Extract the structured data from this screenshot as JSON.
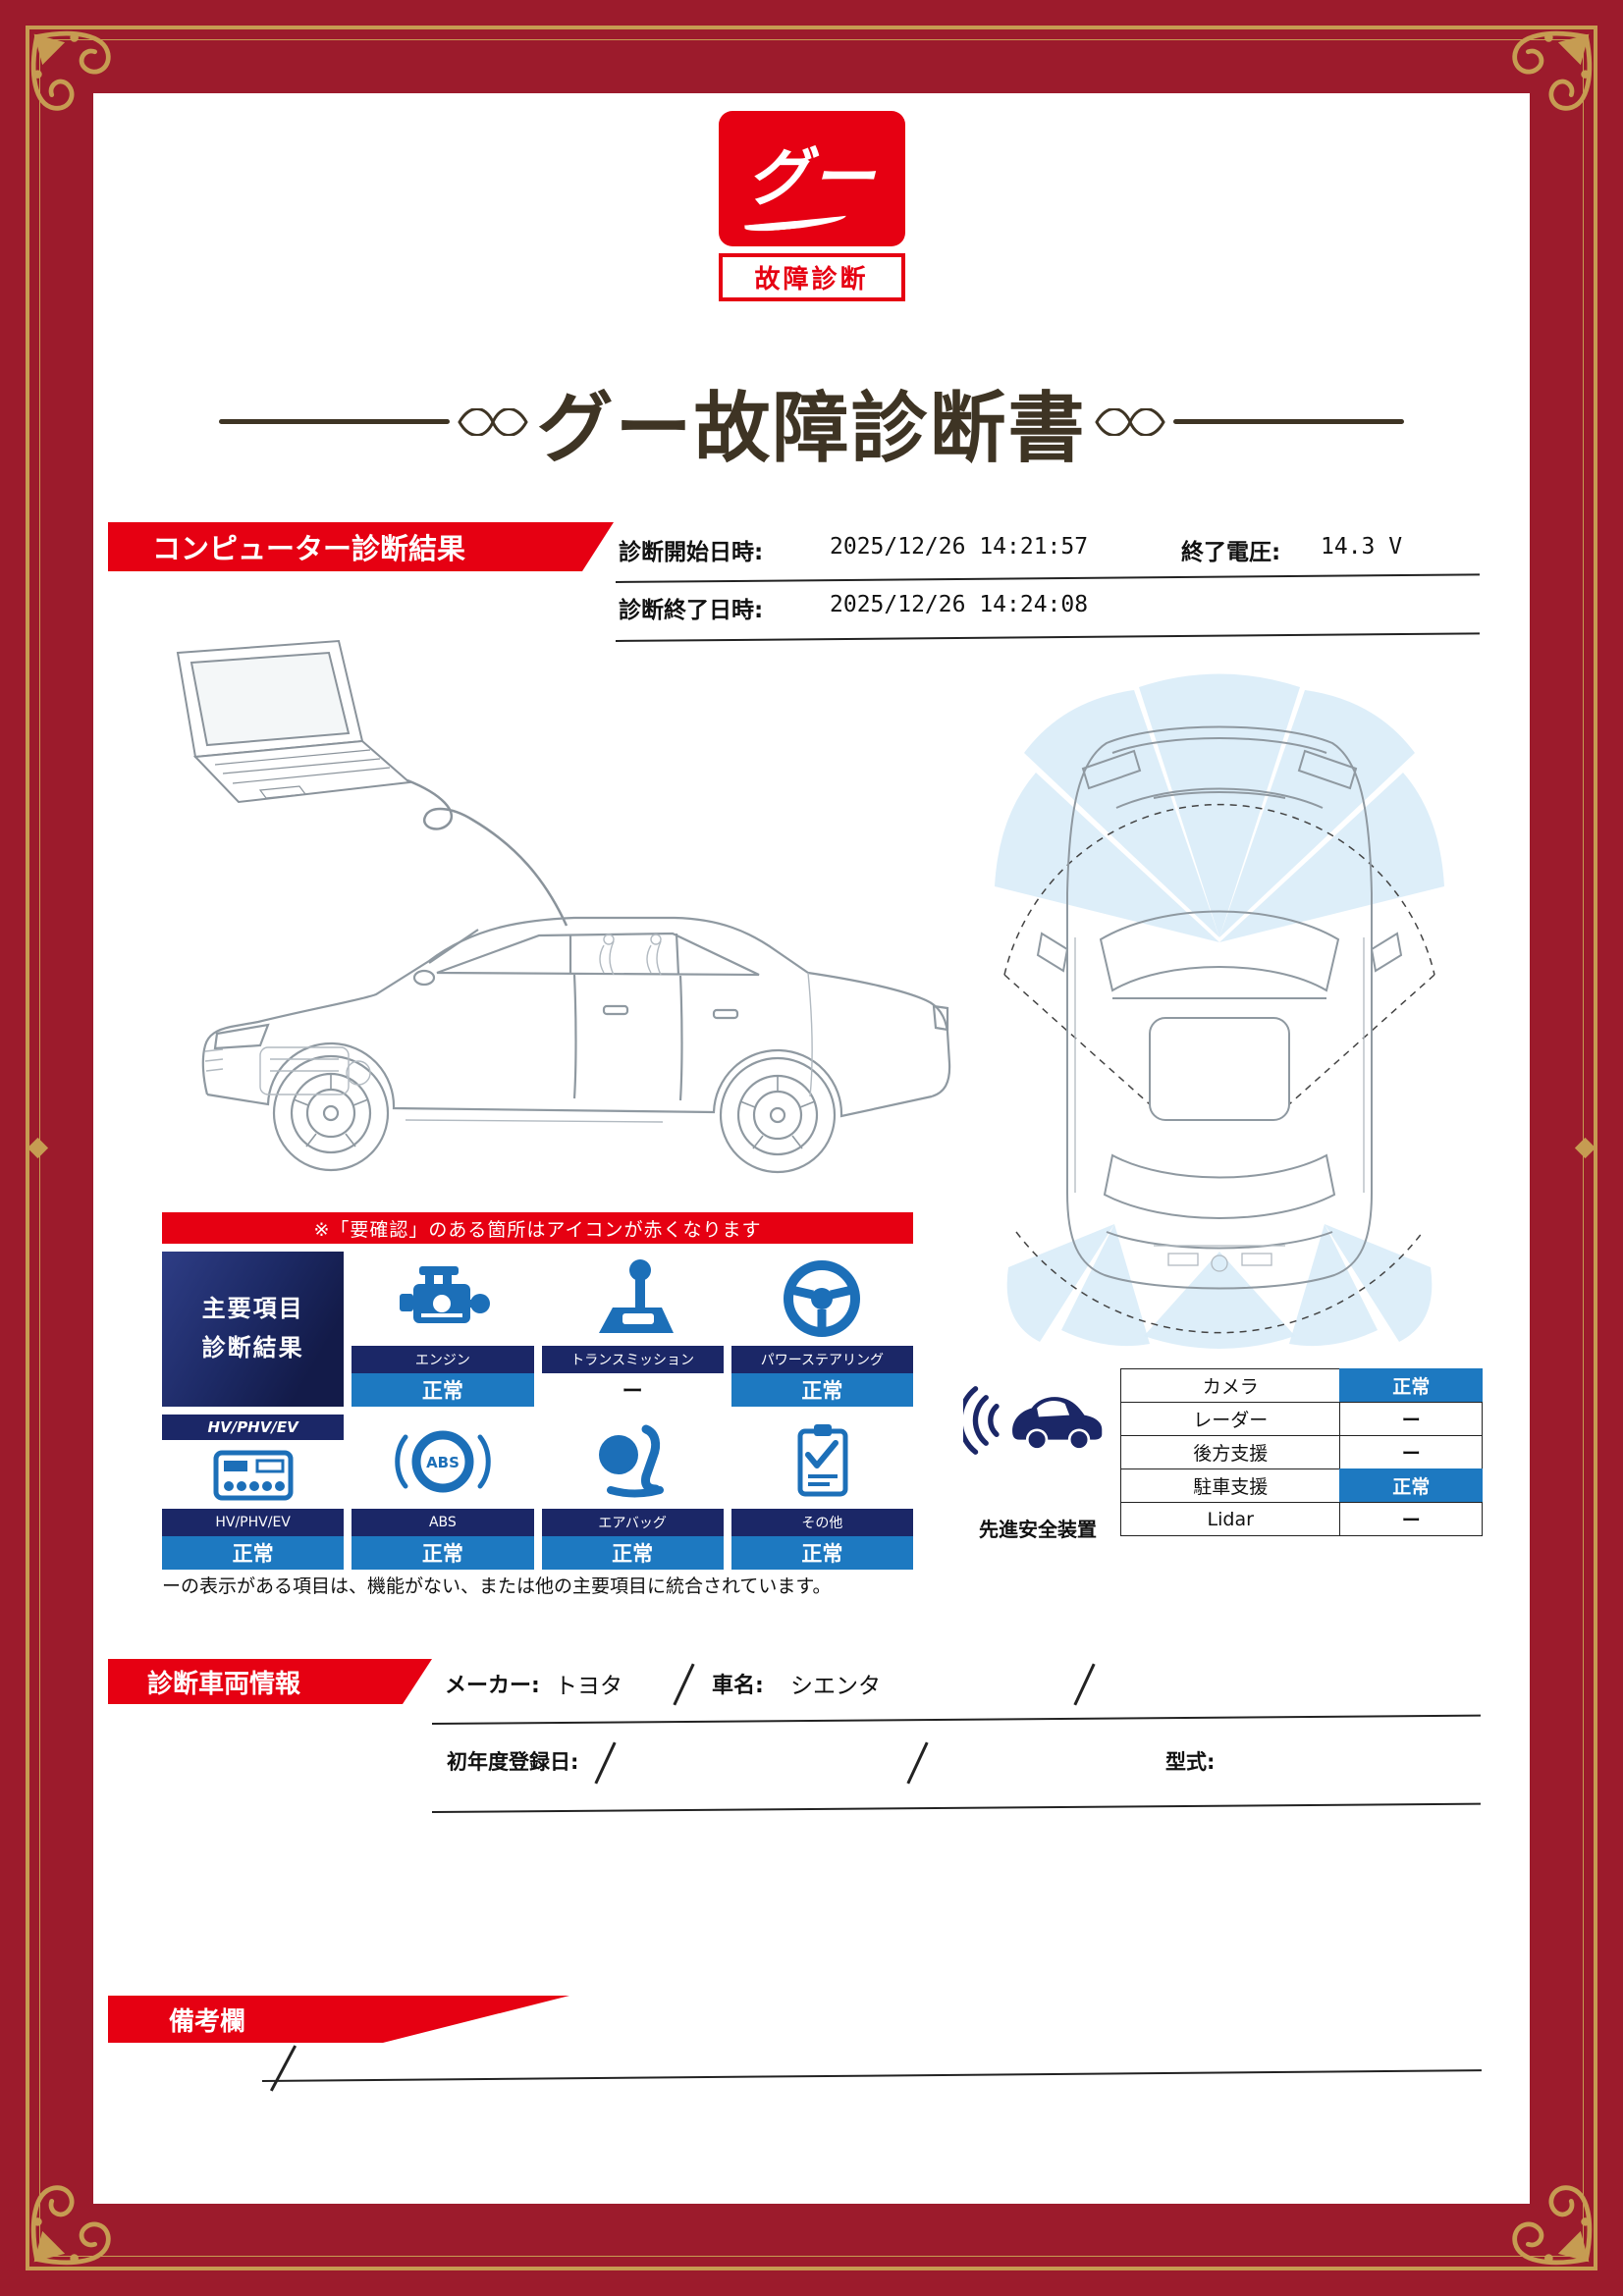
{
  "logo": {
    "main": "グー",
    "sub": "故障診断"
  },
  "title": "グー故障診断書",
  "computer_diagnosis": {
    "banner": "コンピューター診断結果",
    "start_label": "診断開始日時:",
    "start_value": "2025/12/26 14:21:57",
    "voltage_label": "終了電圧:",
    "voltage_value": "14.3 V",
    "end_label": "診断終了日時:",
    "end_value": "2025/12/26 14:24:08"
  },
  "note": "※「要確認」のある箇所はアイコンが赤くなります",
  "main_results": {
    "header_line1": "主要項目",
    "header_line2": "診断結果",
    "abs_icon_text": "ABS",
    "items": [
      {
        "label": "エンジン",
        "status": "正常"
      },
      {
        "label": "トランスミッション",
        "status": "ー"
      },
      {
        "label": "パワーステアリング",
        "status": "正常"
      },
      {
        "header": "HV/PHV/EV",
        "label": "HV/PHV/EV",
        "status": "正常"
      },
      {
        "label": "ABS",
        "status": "正常"
      },
      {
        "label": "エアバッグ",
        "status": "正常"
      },
      {
        "label": "その他",
        "status": "正常"
      }
    ],
    "footnote": "ーの表示がある項目は、機能がない、または他の主要項目に統合されています。"
  },
  "safety": {
    "label": "先進安全装置",
    "rows": [
      {
        "name": "カメラ",
        "status": "正常"
      },
      {
        "name": "レーダー",
        "status": "ー"
      },
      {
        "name": "後方支援",
        "status": "ー"
      },
      {
        "name": "駐車支援",
        "status": "正常"
      },
      {
        "name": "Lidar",
        "status": "ー"
      }
    ]
  },
  "vehicle": {
    "banner": "診断車両情報",
    "maker_label": "メーカー:",
    "maker_value": "トヨタ",
    "name_label": "車名:",
    "name_value": "シエンタ",
    "reg_label": "初年度登録日:",
    "model_label": "型式:"
  },
  "remarks": {
    "banner": "備考欄"
  },
  "colors": {
    "accent_red": "#e60012",
    "frame_maroon": "#9c1b2c",
    "gold": "#c69c52",
    "navy": "#1b2767",
    "status_blue": "#1d79c1",
    "icon_blue": "#1c6fb8"
  }
}
